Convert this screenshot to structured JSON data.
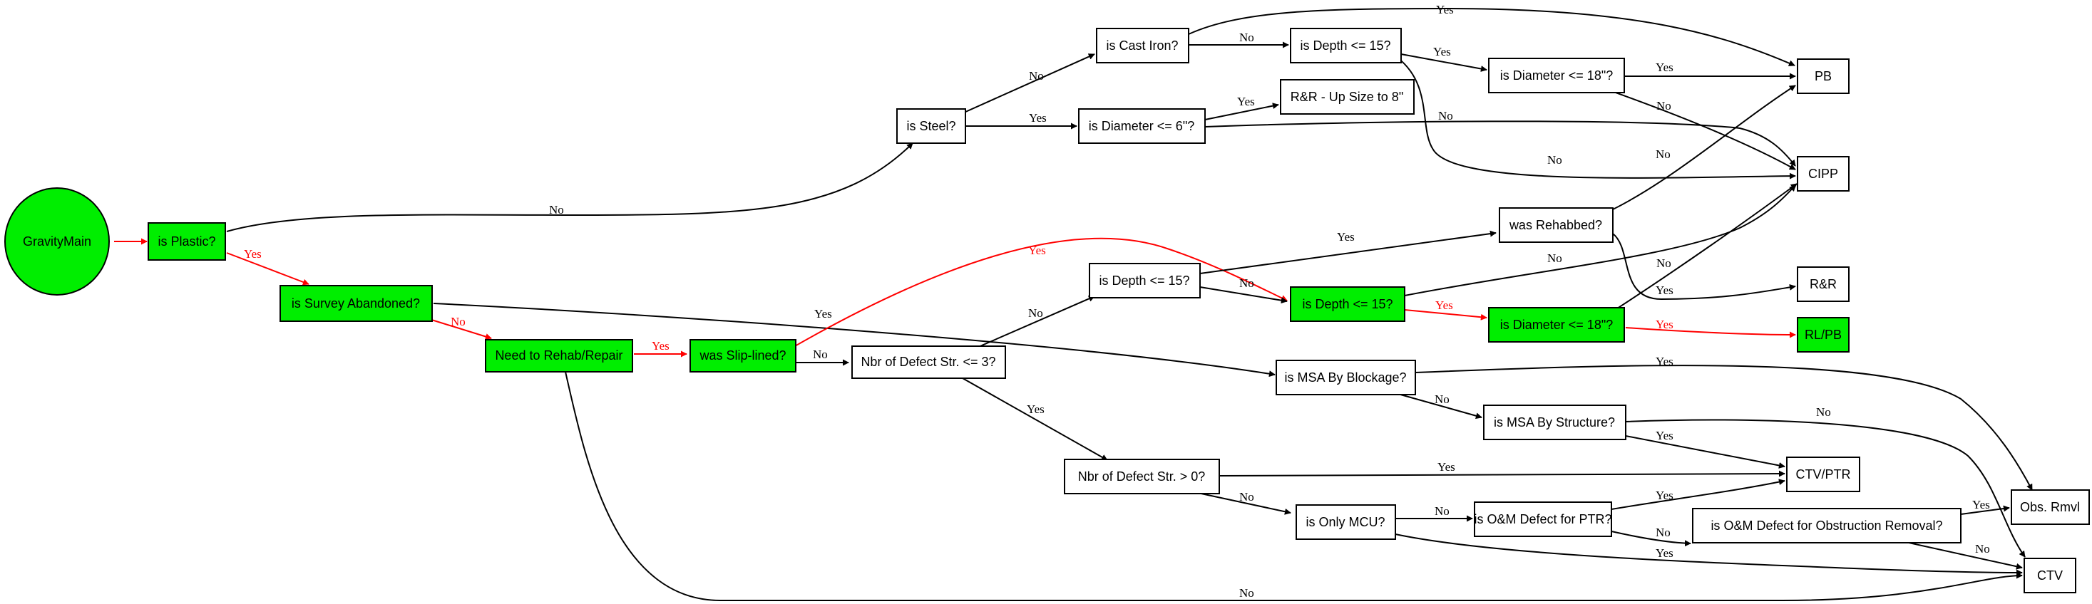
{
  "colors": {
    "highlight_fill": "#00ee00",
    "default_fill": "#ffffff",
    "path_edge": "#ff0000",
    "edge": "#000000"
  },
  "nodes": {
    "gravity_main": "GravityMain",
    "is_plastic": "is Plastic?",
    "is_survey_abandoned": "is Survey Abandoned?",
    "need_rehab": "Need to Rehab/Repair",
    "was_slip_lined": "was Slip-lined?",
    "nbr_defect_le3": "Nbr of Defect Str. <= 3?",
    "is_steel": "is Steel?",
    "is_cast_iron": "is Cast Iron?",
    "is_depth_top": "is Depth <= 15?",
    "is_diameter_18_top": "is Diameter <= 18\"?",
    "is_diameter_6": "is Diameter <= 6\"?",
    "rr_upsize": "R&R - Up Size to 8\"",
    "pb": "PB",
    "cipp": "CIPP",
    "was_rehabbed": "was Rehabbed?",
    "is_depth_mid": "is Depth <= 15?",
    "is_depth_green": "is Depth <= 15?",
    "is_diameter_18_green": "is Diameter <= 18\"?",
    "rr": "R&R",
    "rl_pb": "RL/PB",
    "is_msa_blockage": "is MSA By Blockage?",
    "is_msa_structure": "is MSA By Structure?",
    "nbr_defect_gt0": "Nbr of Defect Str. > 0?",
    "ctv_ptr": "CTV/PTR",
    "is_only_mcu": "is Only MCU?",
    "is_om_ptr": "is O&M Defect for PTR?",
    "is_om_obstruction": "is O&M Defect for Obstruction Removal?",
    "obs_rmvl": "Obs. Rmvl",
    "ctv": "CTV"
  },
  "edge_labels": {
    "yes": "Yes",
    "no": "No"
  }
}
